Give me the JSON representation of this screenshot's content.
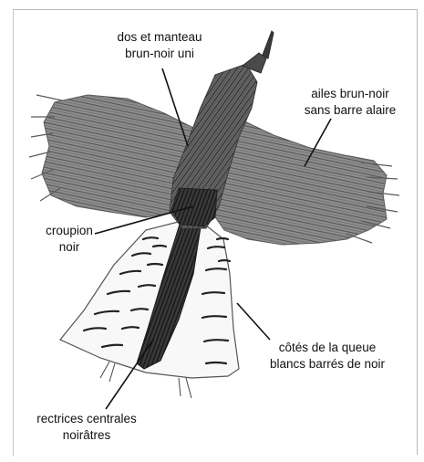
{
  "labels": {
    "dos_line1": "dos et manteau",
    "dos_line2": "brun-noir uni",
    "ailes_line1": "ailes brun-noir",
    "ailes_line2": "sans barre alaire",
    "croupion_line1": "croupion",
    "croupion_line2": "noir",
    "cotes_line1": "côtés de la queue",
    "cotes_line2": "blancs barrés de noir",
    "rectrices_line1": "rectrices centrales",
    "rectrices_line2": "noirâtres"
  },
  "colors": {
    "ink": "#111111",
    "pencil_dark": "#2e2e2e",
    "pencil_mid": "#6a6a6a",
    "pencil_light": "#a0a0a0",
    "tail_white": "#f7f7f7",
    "frame": "#b8b8b8"
  }
}
